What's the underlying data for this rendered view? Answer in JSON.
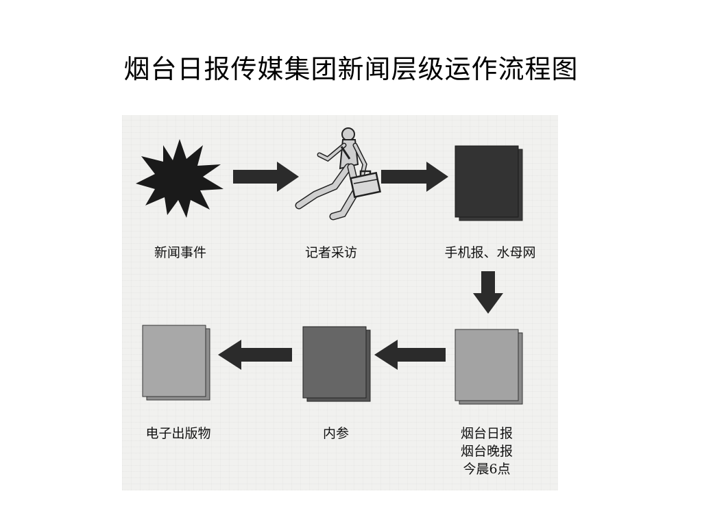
{
  "title": "烟台日报传媒集团新闻层级运作流程图",
  "nodes": {
    "news_event": "新闻事件",
    "reporter": "记者采访",
    "mobile": "手机报、水母网",
    "newspapers": [
      "烟台日报",
      "烟台晚报",
      "今晨6点"
    ],
    "internal": "内参",
    "electronic": "电子出版物"
  }
}
